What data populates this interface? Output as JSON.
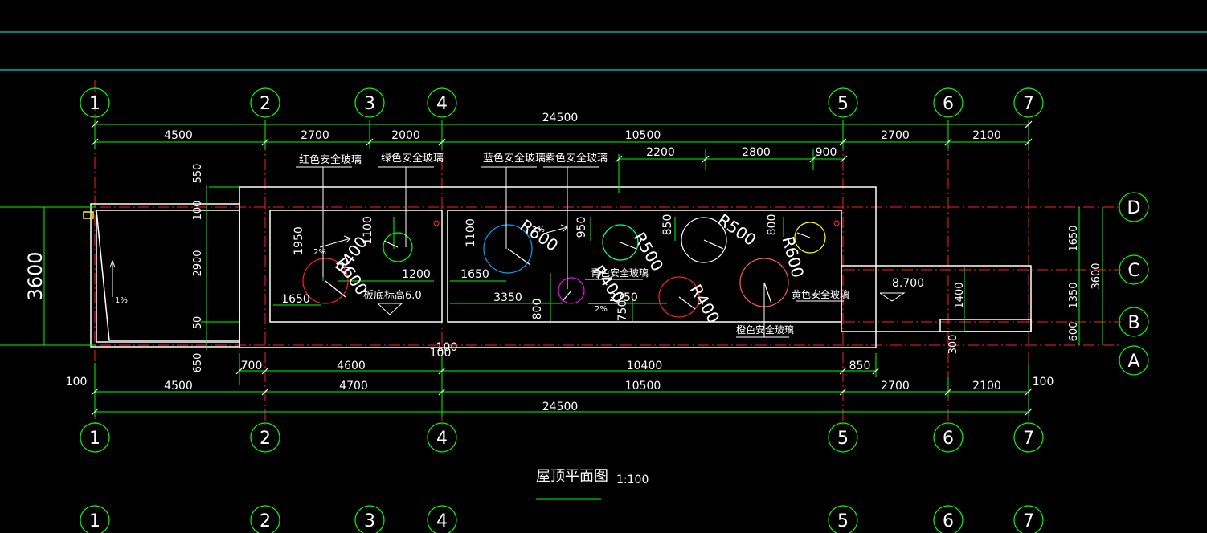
{
  "grid_axes": {
    "numbers": [
      "1",
      "2",
      "3",
      "4",
      "5",
      "6",
      "7"
    ],
    "letters": [
      "D",
      "C",
      "B",
      "A"
    ]
  },
  "dimensions": {
    "top_total": "24500",
    "top_row1": [
      "4500",
      "2700",
      "2000",
      "10500",
      "2700",
      "2100"
    ],
    "top_row2": [
      "2200",
      "2800",
      "900"
    ],
    "bottom_total": "24500",
    "bottom_row1": [
      "100",
      "4500",
      "4700",
      "10500",
      "2700",
      "2100",
      "100"
    ],
    "bottom_row0": [
      "700",
      "4600",
      "100",
      "100",
      "10400",
      "850"
    ],
    "left_vertical": [
      "550",
      "100",
      "2900",
      "50",
      "650"
    ],
    "left_outer": "3600",
    "right_vertical": [
      "1650",
      "1350",
      "600",
      "3600",
      "1400",
      "300"
    ],
    "inner": [
      "1950",
      "1100",
      "1200",
      "1650",
      "1100",
      "1650",
      "3350",
      "950",
      "850",
      "800",
      "800",
      "750",
      "2750"
    ]
  },
  "radii": [
    "R400",
    "R600",
    "R600",
    "R500",
    "R400",
    "R500",
    "R400",
    "R600"
  ],
  "labels": {
    "red": "红色安全玻璃",
    "green": "绿色安全玻璃",
    "blue": "蓝色安全玻璃",
    "purple": "紫色安全玻璃",
    "cyan": "青色安全玻璃",
    "yellow": "黄色安全玻璃",
    "orange": "橙色安全玻璃",
    "slab": "板底标高6.0",
    "elevation": "8.700",
    "slope": "2%",
    "slope_small": "1%"
  },
  "title": {
    "text": "屋顶平面图",
    "scale": "1:100"
  },
  "colors": {
    "background": "#000000",
    "dim": "#00ff00",
    "axis": "#ff0000",
    "wall": "#ffffff",
    "cyan": "#00ffff",
    "yellow": "#ffff00",
    "magenta": "#ff00ff",
    "blue": "#00a0ff"
  }
}
